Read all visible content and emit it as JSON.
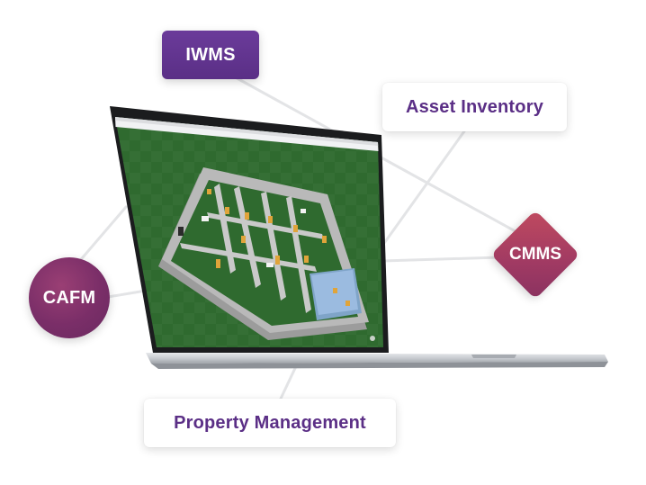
{
  "labels": {
    "iwms": "IWMS",
    "asset_inventory": "Asset Inventory",
    "cmms": "CMMS",
    "cafm": "CAFM",
    "property_management": "Property Management"
  },
  "colors": {
    "purple": "#5b2f86",
    "plum": "#7a2e68",
    "rose": "#a03a63",
    "grass": "#2f6b2f",
    "laptop_silver": "#c8cbd0"
  },
  "icons": {
    "laptop": "laptop-icon",
    "floorplan": "floorplan-3d-icon"
  }
}
